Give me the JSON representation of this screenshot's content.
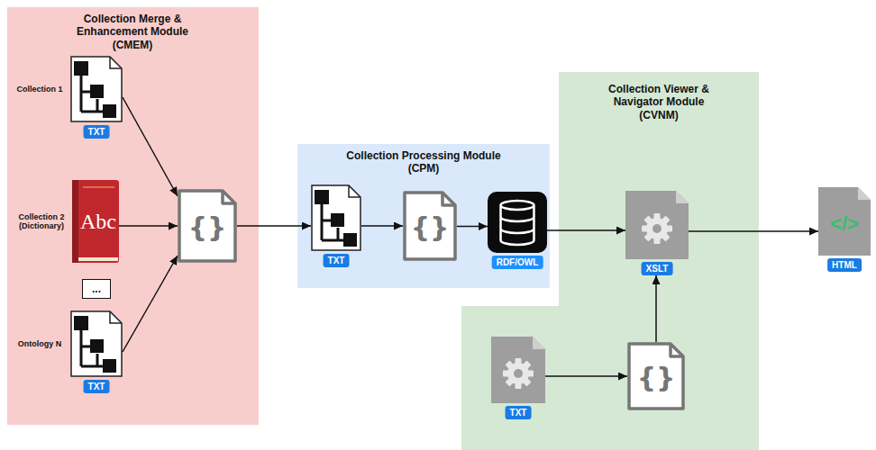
{
  "diagram": {
    "nodes": [
      {
        "text": [
          "Collection Merge & Enhancement Module (CMEM)"
        ]
      },
      {
        "text": [
          "Collection 1",
          "TXT"
        ],
        "in": 0
      },
      {
        "text": [
          "Collection 2 (Dictionary)",
          "Abc"
        ],
        "in": 0
      },
      {
        "text": [
          "..."
        ],
        "in": 0
      },
      {
        "text": [
          "Ontology N",
          "TXT"
        ],
        "in": 0
      },
      {
        "text": [
          "{}"
        ],
        "in": 0
      },
      {
        "text": [
          "Collection Processing Module (CPM)"
        ]
      },
      {
        "text": [
          "TXT"
        ],
        "in": 6
      },
      {
        "text": [
          "{}"
        ],
        "in": 6
      },
      {
        "text": [
          "RDF/OWL"
        ],
        "in": 6
      },
      {
        "text": [
          "Collection Viewer & Navigator Module (CVNM)"
        ]
      },
      {
        "text": [
          "XSLT"
        ],
        "in": 10
      },
      {
        "text": [
          "TXT"
        ],
        "in": 10
      },
      {
        "text": [
          "{}"
        ],
        "in": 10
      },
      {
        "text": [
          "</>",
          "HTML"
        ]
      }
    ],
    "edges": [
      {
        "from": 1,
        "to": 5,
        "arrow": "to"
      },
      {
        "from": 2,
        "to": 5,
        "arrow": "to"
      },
      {
        "from": 4,
        "to": 5,
        "arrow": "to"
      },
      {
        "from": 5,
        "to": 7,
        "arrow": "to"
      },
      {
        "from": 7,
        "to": 8,
        "arrow": "to"
      },
      {
        "from": 8,
        "to": 9,
        "arrow": "to"
      },
      {
        "from": 9,
        "to": 11,
        "arrow": "to"
      },
      {
        "from": 12,
        "to": 13,
        "arrow": "to"
      },
      {
        "from": 13,
        "to": 11,
        "arrow": "to"
      },
      {
        "from": 11,
        "to": 14,
        "arrow": "to"
      }
    ]
  }
}
